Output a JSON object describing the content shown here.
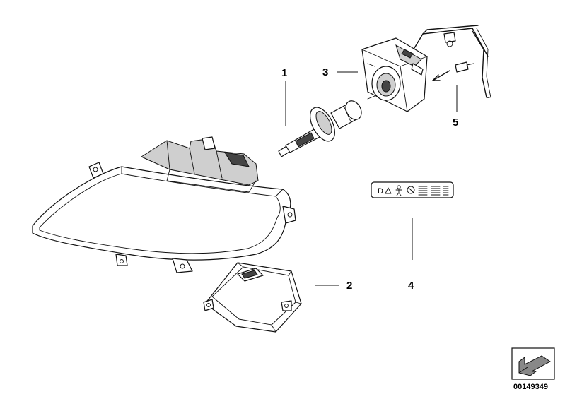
{
  "diagram": {
    "callouts": [
      {
        "id": "1"
      },
      {
        "id": "2"
      },
      {
        "id": "3"
      },
      {
        "id": "4"
      },
      {
        "id": "5"
      }
    ],
    "drawing_number": "00149349"
  }
}
